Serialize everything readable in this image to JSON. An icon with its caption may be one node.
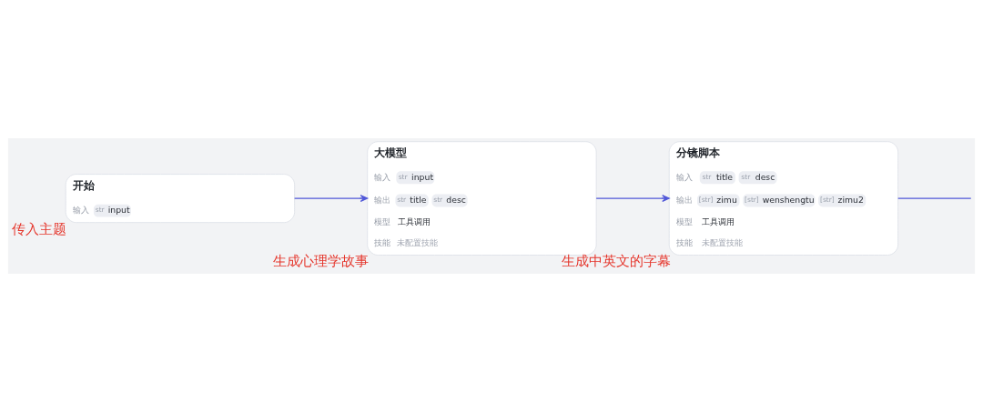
{
  "diagram": {
    "nodes": [
      {
        "text": [
          "开始",
          "输入",
          "str",
          "input"
        ],
        "beside": [
          "传入主题"
        ]
      },
      {
        "text": [
          "大模型",
          "输入",
          "str",
          "input",
          "输出",
          "str",
          "title",
          "str",
          "desc",
          "模型",
          "工具调用",
          "技能",
          "未配置技能"
        ],
        "beside": [
          "生成心理学故事"
        ]
      },
      {
        "text": [
          "分镜脚本",
          "输入",
          "str",
          "title",
          "str",
          "desc",
          "输出",
          "[str]",
          "zimu",
          "[str]",
          "wenshengtu",
          "[str]",
          "zimu2",
          "模型",
          "工具调用",
          "技能",
          "未配置技能"
        ],
        "beside": [
          "生成中英文的字幕"
        ]
      }
    ],
    "edges": [
      {
        "from": 0,
        "to": 1,
        "arrow": "to"
      },
      {
        "from": 1,
        "to": 2,
        "arrow": "to"
      },
      {
        "from": 2,
        "to": null,
        "arrow": "none"
      }
    ]
  }
}
